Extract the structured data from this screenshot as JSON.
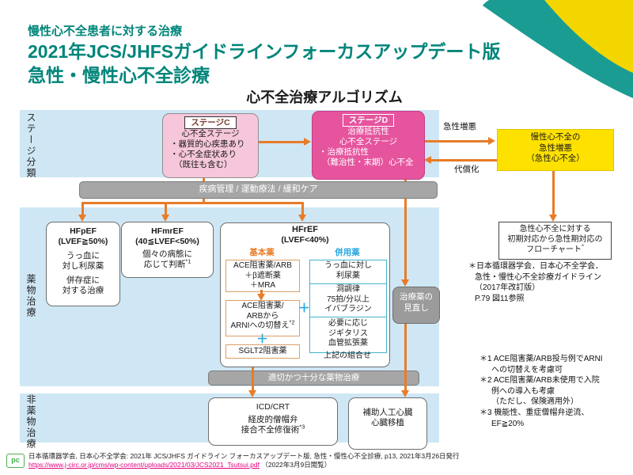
{
  "header": {
    "subtitle": "慢性心不全患者に対する治療",
    "title1": "2021年JCS/JHFSガイドラインフォーカスアップデート版",
    "title2": "急性・慢性心不全診療"
  },
  "diagram_title": "心不全治療アルゴリズム",
  "row_labels": {
    "stage": "ステージ分類",
    "drug": "薬物治療",
    "nondrug": "非薬物治療"
  },
  "stage_c": {
    "label": "ステージC",
    "line1": "心不全ステージ",
    "bullet1": "・器質的心疾患あり",
    "bullet2": "・心不全症状あり",
    "bullet3": "（既往も含む）"
  },
  "stage_d": {
    "label": "ステージD",
    "line1": "治療抵抗性",
    "line2": "心不全ステージ",
    "bullet1": "・治療抵抗性",
    "bullet2": "（難治性・末期）心不全"
  },
  "acute_hf_box": {
    "line1": "慢性心不全の",
    "line2": "急性増悪",
    "line3": "（急性心不全）"
  },
  "edge_labels": {
    "worsening": "急性増悪",
    "compensation": "代償化"
  },
  "bars": {
    "care": "疾病管理 / 運動療法 / 緩和ケア",
    "drug": "適切かつ十分な薬物治療"
  },
  "flowchart_box": {
    "line1": "急性心不全に対する",
    "line2": "初期対応から急性期対応の",
    "line3": "フローチャート",
    "sup": "*"
  },
  "flowchart_note": {
    "line1": "＊日本循環器学会．日本心不全学会．",
    "line2": "急性・慢性心不全診療ガイドライン",
    "line3": "（2017年改訂版）",
    "line4": "P.79 図11参照"
  },
  "hfpef": {
    "title": "HFpEF",
    "criteria": "(LVEF≧50%)",
    "line1": "うっ血に",
    "line2": "対し利尿薬",
    "line3": "併存症に",
    "line4": "対する治療"
  },
  "hfmref": {
    "title": "HFmrEF",
    "criteria": "(40≦LVEF<50%)",
    "line1": "個々の病態に",
    "line2": "応じて判断",
    "sup": "*1"
  },
  "hfref": {
    "title": "HFrEF",
    "criteria": "(LVEF<40%)",
    "basic_header": "基本薬",
    "combo_header": "併用薬",
    "basic1_line1": "ACE阻害薬/ARB",
    "basic1_line2": "＋β遮断薬",
    "basic1_line3": "＋MRA",
    "basic2_line1": "ACE阻害薬/",
    "basic2_line2": "ARBから",
    "basic2_line3": "ARNIへの切替え",
    "basic2_sup": "*2",
    "basic3": "SGLT2阻害薬",
    "combo1_line1": "うっ血に対し",
    "combo1_line2": "利尿薬",
    "combo2_line1": "洞調律",
    "combo2_line2": "75拍/分以上",
    "combo2_line3": "イバブラジン",
    "combo3_line1": "必要に応じ",
    "combo3_line2": "ジギタリス",
    "combo3_line3": "血管拡張薬",
    "combo_footer": "上記の組合せ",
    "plus": "＋"
  },
  "review_box": {
    "line1": "治療薬の",
    "line2": "見直し"
  },
  "icd_box": {
    "line1": "ICD/CRT",
    "line2": "経皮的僧帽弁",
    "line3": "接合不全修復術",
    "sup": "*3"
  },
  "vad_box": {
    "line1": "補助人工心臓",
    "line2": "心臓移植"
  },
  "side_notes": {
    "n1a": "＊1 ACE阻害薬/ARB投与例でARNI",
    "n1b": "への切替えを考慮可",
    "n2a": "＊2 ACE阻害薬/ARB未使用で入院",
    "n2b": "例への導入も考慮",
    "n2c": "（ただし、保険適用外）",
    "n3a": "＊3 機能性、重症僧帽弁逆流、",
    "n3b": "EF≧20%"
  },
  "footer": {
    "logo": "pc",
    "line1": "日本循環器学会, 日本心不全学会: 2021年 JCS/JHFS ガイドライン フォーカスアップデート版, 急性・慢性心不全診療, p13, 2021年3月26日発行",
    "url": "https://www.j-circ.or.jp/cms/wp-content/uploads/2021/03/JCS2021_Tsutsui.pdf",
    "access": "（2022年3月9日閲覧）"
  },
  "colors": {
    "teal": "#00857a",
    "band_blue": "#cfe7f5",
    "stage_c_pink": "#f6c6da",
    "stage_d_magenta": "#e6549e",
    "acute_yellow": "#ffe100",
    "arrow_orange": "#e87c28",
    "basic_orange": "#e87c28",
    "combo_blue": "#29a8e0",
    "bar_gray": "#a6a6a6",
    "link_magenta": "#e4007f"
  }
}
